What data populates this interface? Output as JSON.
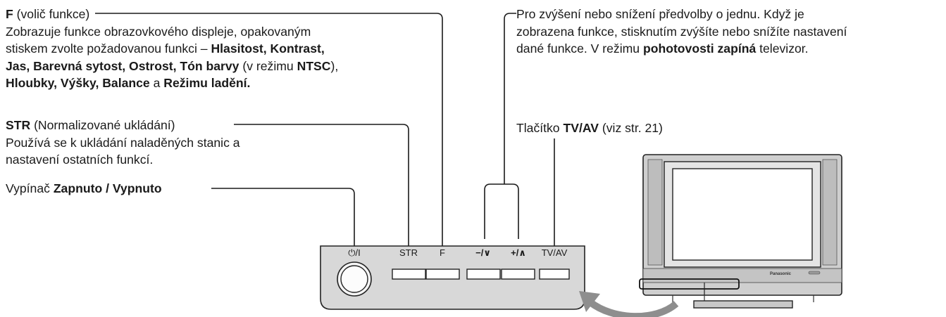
{
  "f_block": {
    "key": "F",
    "key_desc": " (volič funkce)",
    "desc_1": "Zobrazuje funkce obrazovkového displeje, opakovaným",
    "desc_2": "stiskem zvolte požadovanou funkci – ",
    "desc_2b": "Hlasitost, Kontrast,",
    "desc_3a": "Jas, Barevná sytost, Ostrost, Tón barvy",
    "desc_3b": " (v režimu ",
    "desc_3c": "NTSC",
    "desc_3d": "),",
    "desc_4a": "Hloubky, Výšky, Balance",
    "desc_4b": " a ",
    "desc_4c": "Režimu ladění."
  },
  "str_block": {
    "key": "STR",
    "key_desc": " (Normalizované ukládání)",
    "desc_1": "Používá se k ukládání naladěných stanic a",
    "desc_2": "nastavení ostatních funkcí."
  },
  "power_block": {
    "prefix": "Vypínač ",
    "label": "Zapnuto / Vypnuto"
  },
  "preset_block": {
    "line_1": "Pro zvýšení nebo snížení předvolby o jednu. Když je",
    "line_2": "zobrazena funkce, stisknutím zvýšíte nebo snížíte nastavení",
    "line_3a": "dané funkce. V režimu ",
    "line_3b": "pohotovosti zapíná",
    "line_3c": " televizor."
  },
  "tvav_block": {
    "prefix": "Tlačítko ",
    "label": "TV/AV",
    "suffix": " (viz str. 21)"
  },
  "panel_labels": {
    "power": "⏻/I",
    "str": "STR",
    "f": "F",
    "minus": "−/∨",
    "plus": "+/∧",
    "tvav": "TV/AV"
  },
  "tv": {
    "brand": "Panasonic"
  }
}
